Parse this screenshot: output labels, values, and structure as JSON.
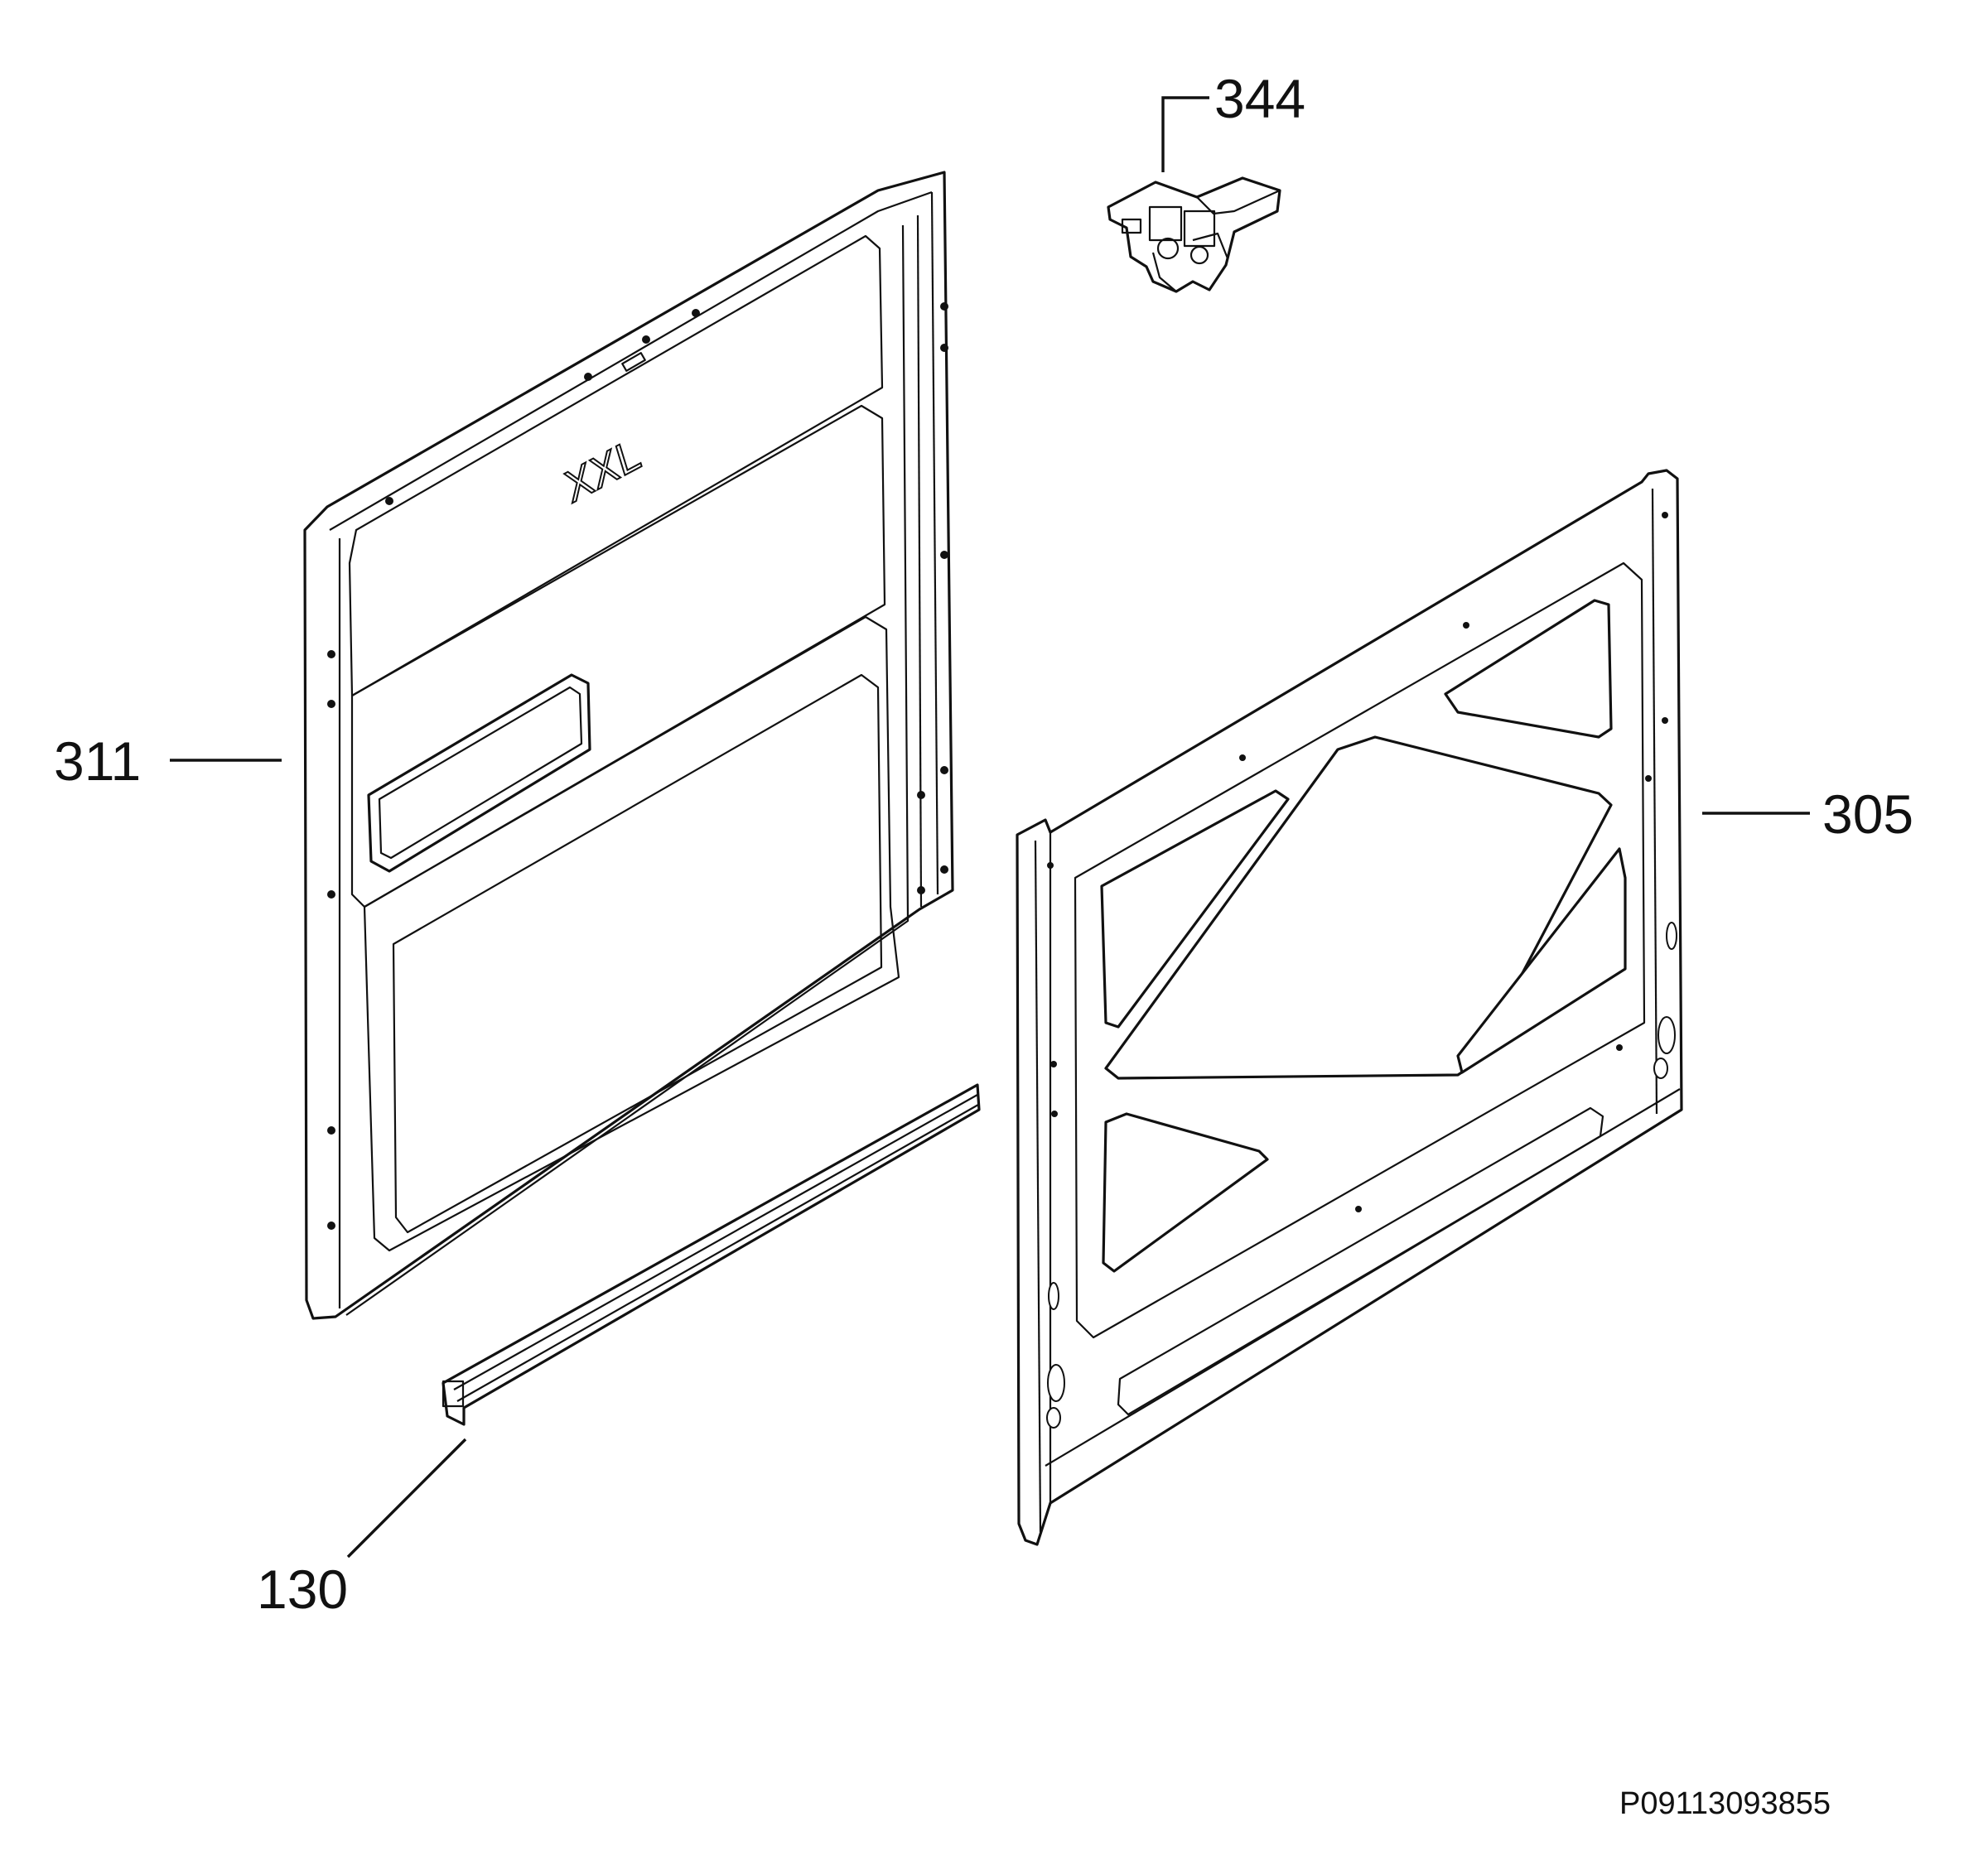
{
  "diagram": {
    "parts": [
      {
        "id": "344",
        "label": "344"
      },
      {
        "id": "311",
        "label": "311"
      },
      {
        "id": "305",
        "label": "305"
      },
      {
        "id": "130",
        "label": "130"
      }
    ],
    "embossed_logo": "XXL",
    "drawing_code": "P09113093855"
  }
}
